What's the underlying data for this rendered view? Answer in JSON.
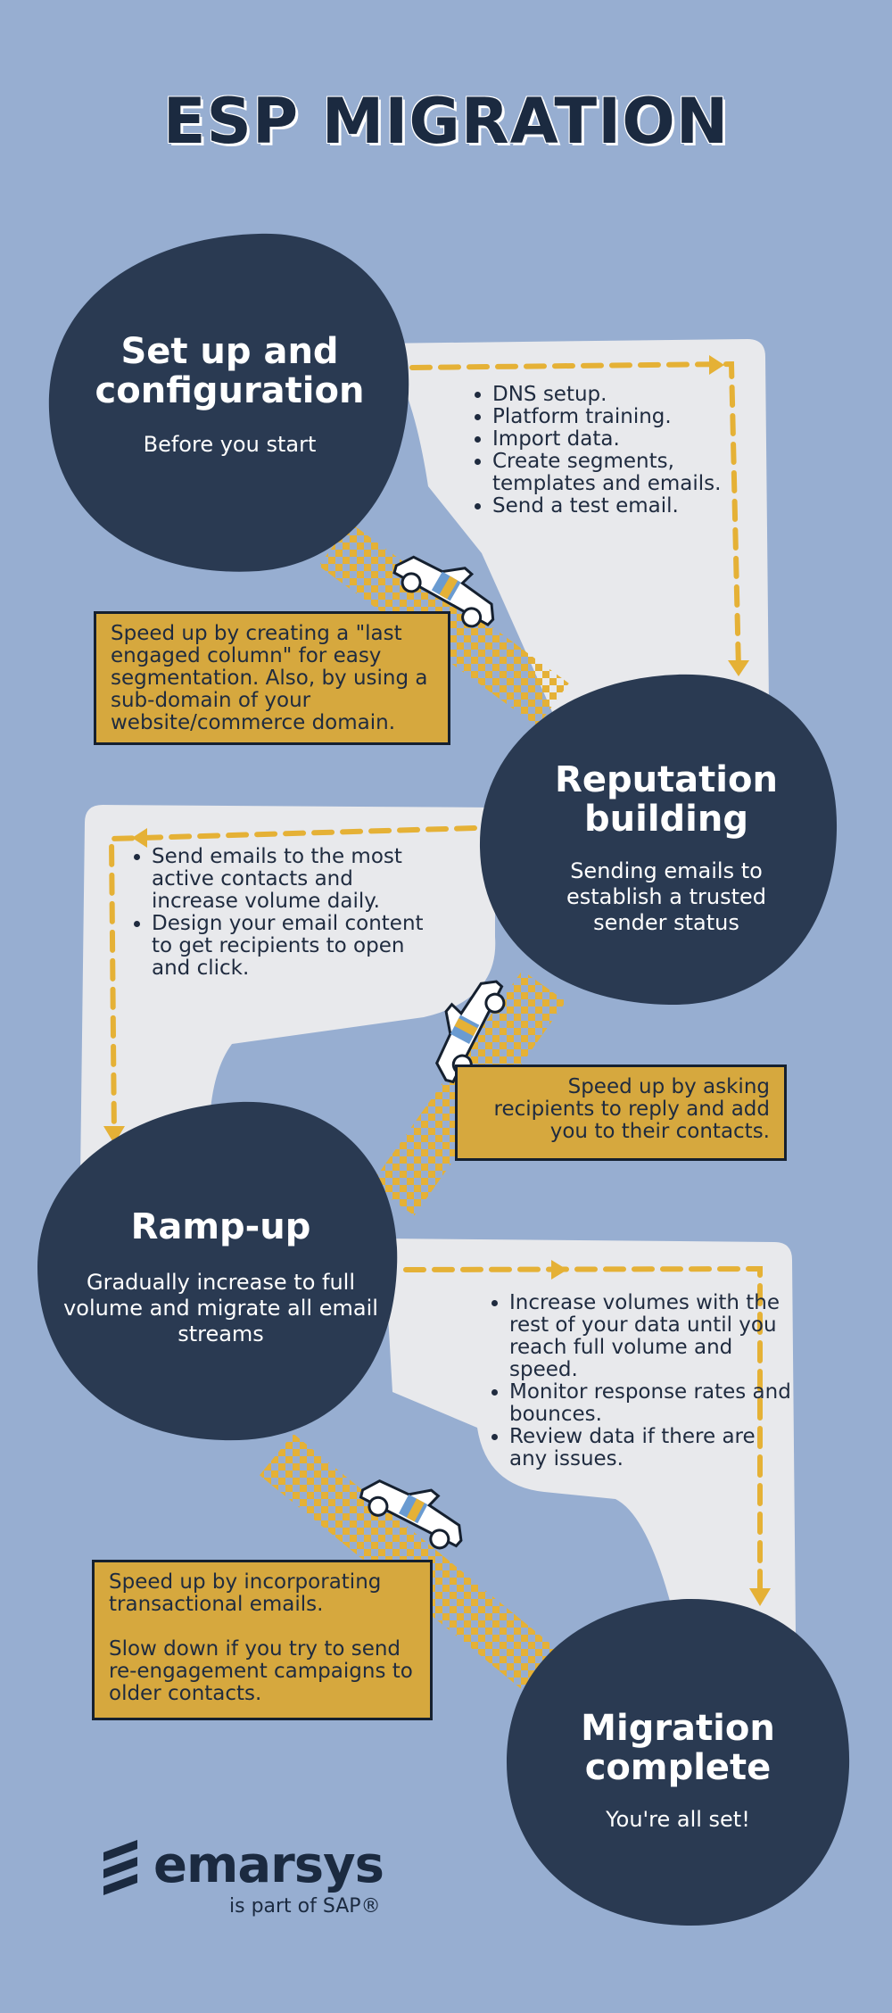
{
  "title": "ESP MIGRATION",
  "stages": [
    {
      "heading": "Set up and configuration",
      "subtitle": "Before you start",
      "bullets": [
        "DNS setup.",
        "Platform training.",
        "Import data.",
        "Create segments, templates and emails.",
        "Send a test email."
      ],
      "tip": "Speed up by creating  a \"last engaged column\" for easy segmentation. Also, by using a sub-domain of your website/commerce domain."
    },
    {
      "heading": "Reputation building",
      "subtitle": "Sending emails to establish a trusted sender status",
      "bullets": [
        "Send emails to the most active contacts and increase volume daily.",
        "Design your email content to get recipients to open and click."
      ],
      "tip": "Speed up by asking recipients to reply and add you to their contacts."
    },
    {
      "heading": "Ramp-up",
      "subtitle": "Gradually increase to full volume and migrate all email streams",
      "bullets": [
        "Increase volumes with the rest of your data until you reach full volume and speed.",
        "Monitor response rates and bounces.",
        "Review data if there are any issues."
      ],
      "tip_1": "Speed up by incorporating transactional emails.",
      "tip_2": "Slow down if you try to send re-engagement campaigns to older contacts."
    },
    {
      "heading": "Migration complete",
      "subtitle": "You're all set!"
    }
  ],
  "logo": {
    "brand": "emarsys",
    "tagline": "is part of SAP®"
  },
  "colors": {
    "background": "#97aed1",
    "blob": "#2a3a52",
    "panel": "#e8e9ec",
    "accent": "#e5b136",
    "tip_box": "#d6a83e"
  }
}
